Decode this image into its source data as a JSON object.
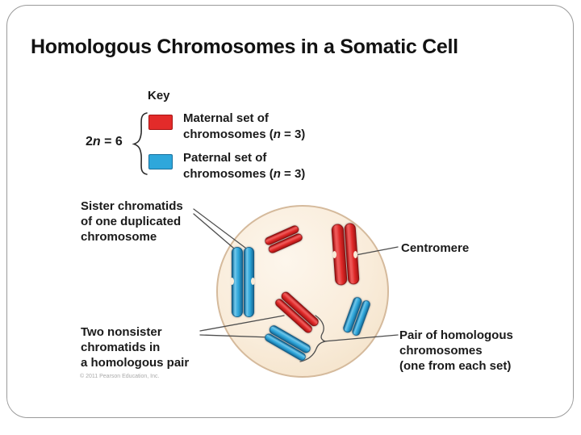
{
  "title": "Homologous Chromosomes in a Somatic Cell",
  "key": {
    "heading": "Key",
    "ploidy_prefix": "2",
    "ploidy_italic": "n",
    "ploidy_suffix": " = 6",
    "maternal": {
      "line1": "Maternal set of",
      "line2_prefix": "chromosomes (",
      "line2_italic": "n",
      "line2_suffix": " = 3)"
    },
    "paternal": {
      "line1": "Paternal set of",
      "line2_prefix": "chromosomes (",
      "line2_italic": "n",
      "line2_suffix": " = 3)"
    }
  },
  "diagram": {
    "labels": {
      "sister_line1": "Sister chromatids",
      "sister_line2": "of one duplicated",
      "sister_line3": "chromosome",
      "centromere": "Centromere",
      "nonsister_line1": "Two nonsister",
      "nonsister_line2": "chromatids in",
      "nonsister_line3": "a homologous pair",
      "pair_line1": "Pair of homologous",
      "pair_line2": "chromosomes",
      "pair_line3": "(one from each set)"
    }
  },
  "footer": {
    "copyright": "© 2011 Pearson Education, Inc."
  },
  "colors": {
    "maternal_red": "#e32b2a",
    "paternal_blue": "#2ea7db",
    "cell_fill": "#f9ecda",
    "cell_border": "#d5ba9c",
    "leader_line": "#4d4d4d"
  }
}
